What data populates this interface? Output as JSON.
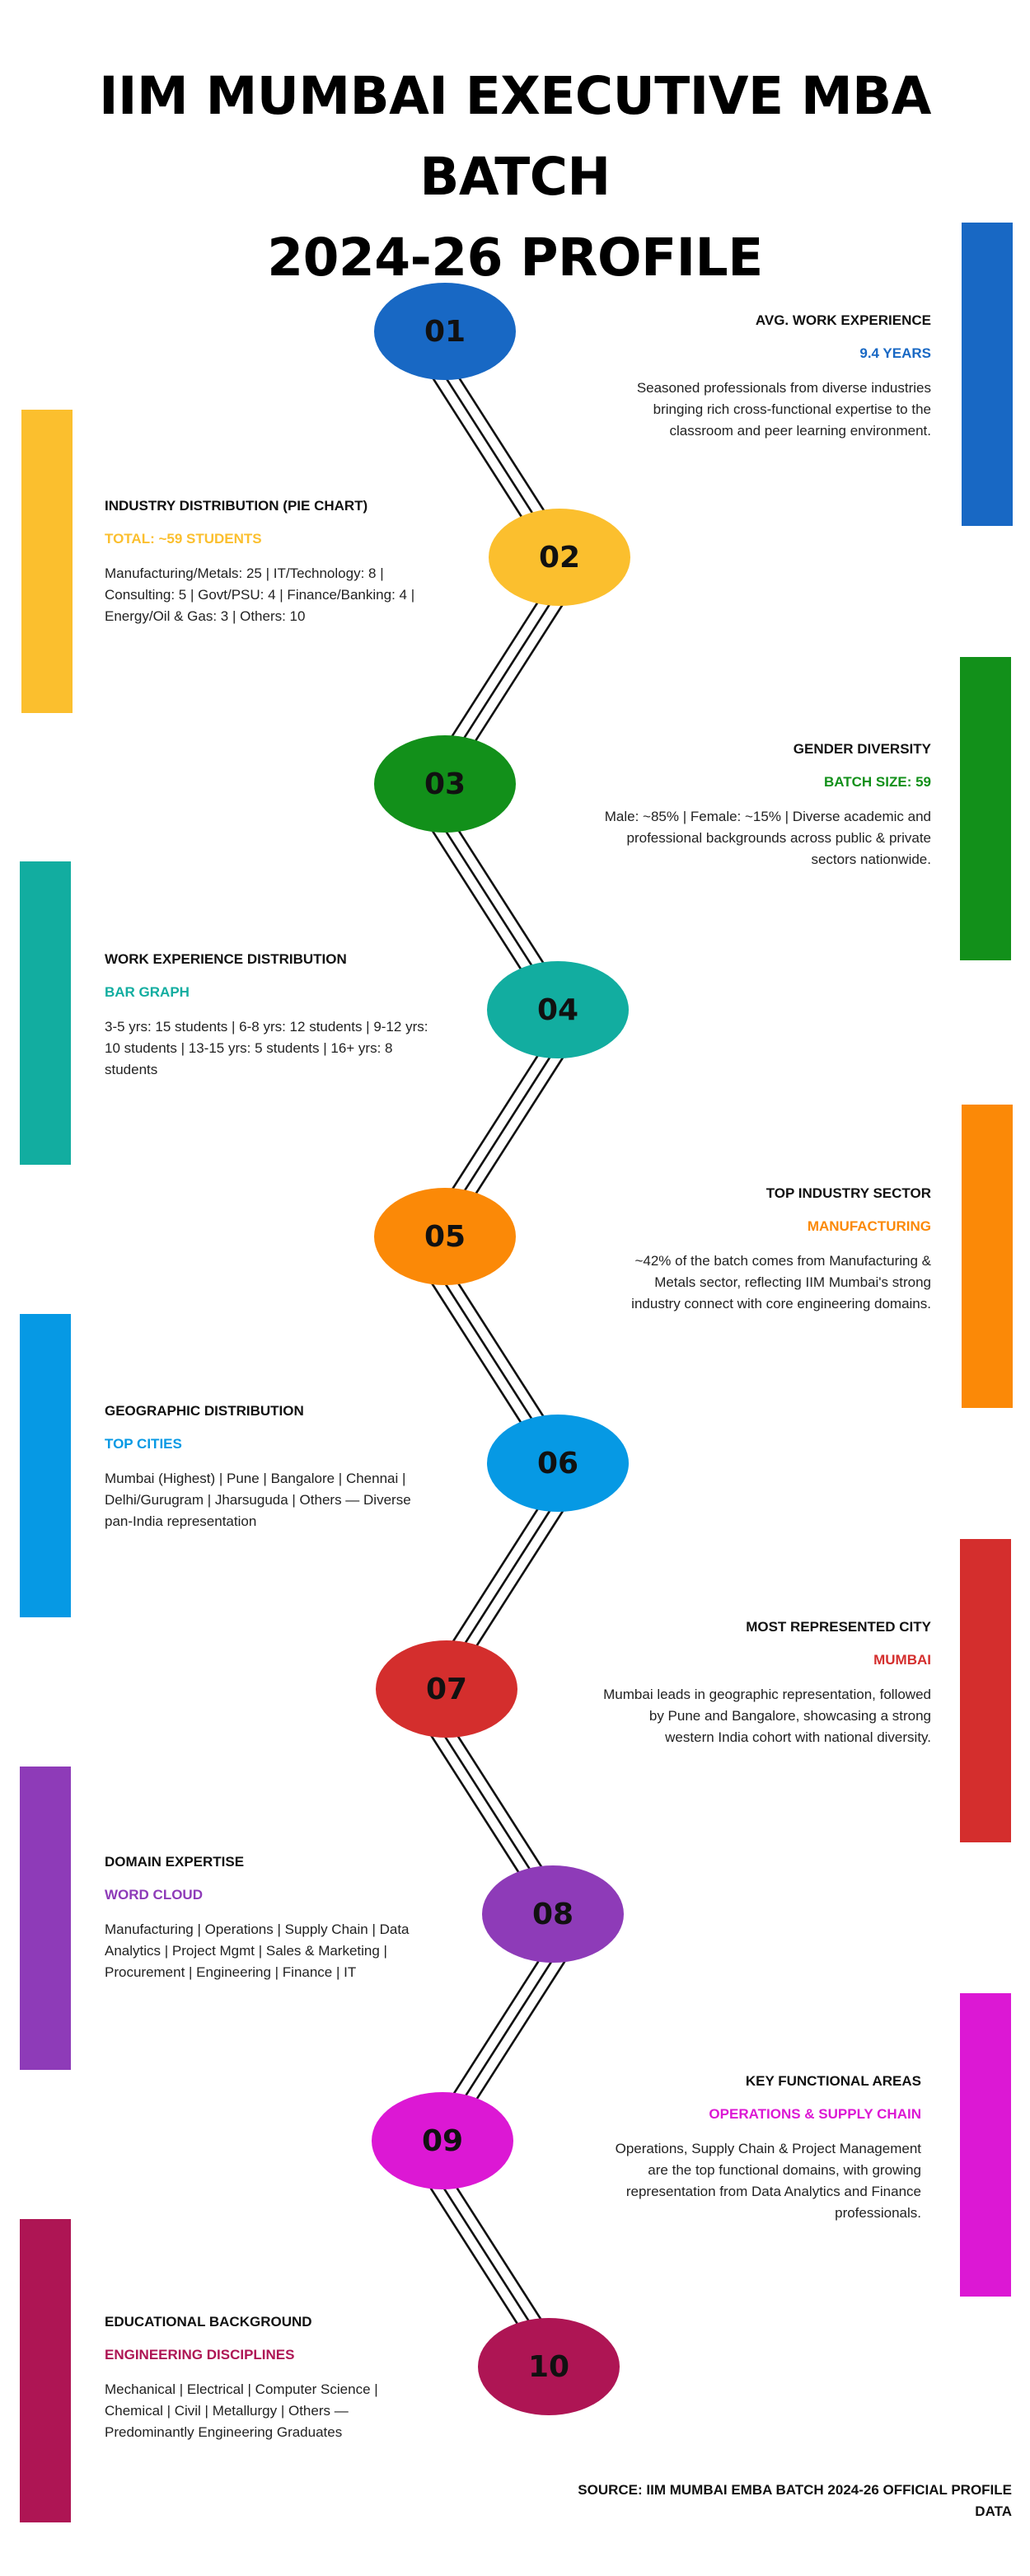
{
  "title_line1": "IIM MUMBAI EXECUTIVE MBA BATCH",
  "title_line2": "2024-26 PROFILE",
  "colors": {
    "blue": "#1868C4",
    "yellow": "#FBBF2E",
    "green": "#12901A",
    "teal": "#12ADA0",
    "orange": "#FB8907",
    "skyblue": "#0699E4",
    "red": "#D42E2D",
    "purple": "#8E3BB8",
    "magenta": "#DC18D4",
    "crimson": "#AE1554"
  },
  "steps": [
    {
      "number": "01",
      "heading": "AVG. WORK EXPERIENCE",
      "highlight": "9.4 YEARS",
      "body": "Seasoned professionals from diverse industries bringing rich cross-functional expertise to the classroom and peer learning environment."
    },
    {
      "number": "02",
      "heading": "INDUSTRY DISTRIBUTION (PIE CHART)",
      "highlight": "TOTAL: ~59 STUDENTS",
      "body": "Manufacturing/Metals: 25 | IT/Technology: 8 | Consulting: 5 | Govt/PSU: 4 | Finance/Banking: 4 | Energy/Oil & Gas: 3 | Others: 10"
    },
    {
      "number": "03",
      "heading": "GENDER DIVERSITY",
      "highlight": "BATCH SIZE: 59",
      "body": "Male: ~85% | Female: ~15% | Diverse academic and professional backgrounds across public & private sectors nationwide."
    },
    {
      "number": "04",
      "heading": "WORK EXPERIENCE DISTRIBUTION",
      "highlight": "BAR GRAPH",
      "body": "3-5 yrs: 15 students | 6-8 yrs: 12 students | 9-12 yrs: 10 students | 13-15 yrs: 5 students | 16+ yrs: 8 students"
    },
    {
      "number": "05",
      "heading": "TOP INDUSTRY SECTOR",
      "highlight": "MANUFACTURING",
      "body": "~42% of the batch comes from Manufacturing & Metals sector, reflecting IIM Mumbai's strong industry connect with core engineering domains."
    },
    {
      "number": "06",
      "heading": "GEOGRAPHIC DISTRIBUTION",
      "highlight": "TOP CITIES",
      "body": "Mumbai (Highest) | Pune | Bangalore | Chennai | Delhi/Gurugram | Jharsuguda | Others — Diverse pan-India representation"
    },
    {
      "number": "07",
      "heading": "MOST REPRESENTED CITY",
      "highlight": "MUMBAI",
      "body": "Mumbai leads in geographic representation, followed by Pune and Bangalore, showcasing a strong western India cohort with national diversity."
    },
    {
      "number": "08",
      "heading": "DOMAIN EXPERTISE",
      "highlight": "WORD CLOUD",
      "body": "Manufacturing | Operations | Supply Chain | Data Analytics | Project Mgmt | Sales & Marketing | Procurement | Engineering | Finance | IT"
    },
    {
      "number": "09",
      "heading": "KEY FUNCTIONAL AREAS",
      "highlight": "OPERATIONS & SUPPLY CHAIN",
      "body": "Operations, Supply Chain & Project Management are the top functional domains, with growing representation from Data Analytics and Finance professionals."
    },
    {
      "number": "10",
      "heading": "EDUCATIONAL BACKGROUND",
      "highlight": "ENGINEERING DISCIPLINES",
      "body": "Mechanical | Electrical | Computer Science | Chemical | Civil | Metallurgy | Others — Predominantly Engineering Graduates"
    }
  ],
  "source": "SOURCE: IIM MUMBAI EMBA BATCH 2024-26 OFFICIAL PROFILE DATA"
}
